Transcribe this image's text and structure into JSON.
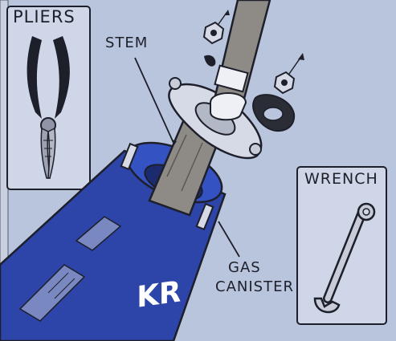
{
  "panels": {
    "pliers": {
      "title": "PLIERS",
      "icon": "pliers-icon"
    },
    "wrench": {
      "title": "WRENCH",
      "icon": "wrench-icon"
    }
  },
  "labels": {
    "stem": "STEM",
    "gas_canister_line1": "GAS",
    "gas_canister_line2": "CANISTER",
    "canister_brand": "KR"
  },
  "colors": {
    "background": "#b9c5dd",
    "canister": "#2d44a8",
    "panel_fill": "#cfd6e8",
    "outline": "#1d1f2a"
  }
}
